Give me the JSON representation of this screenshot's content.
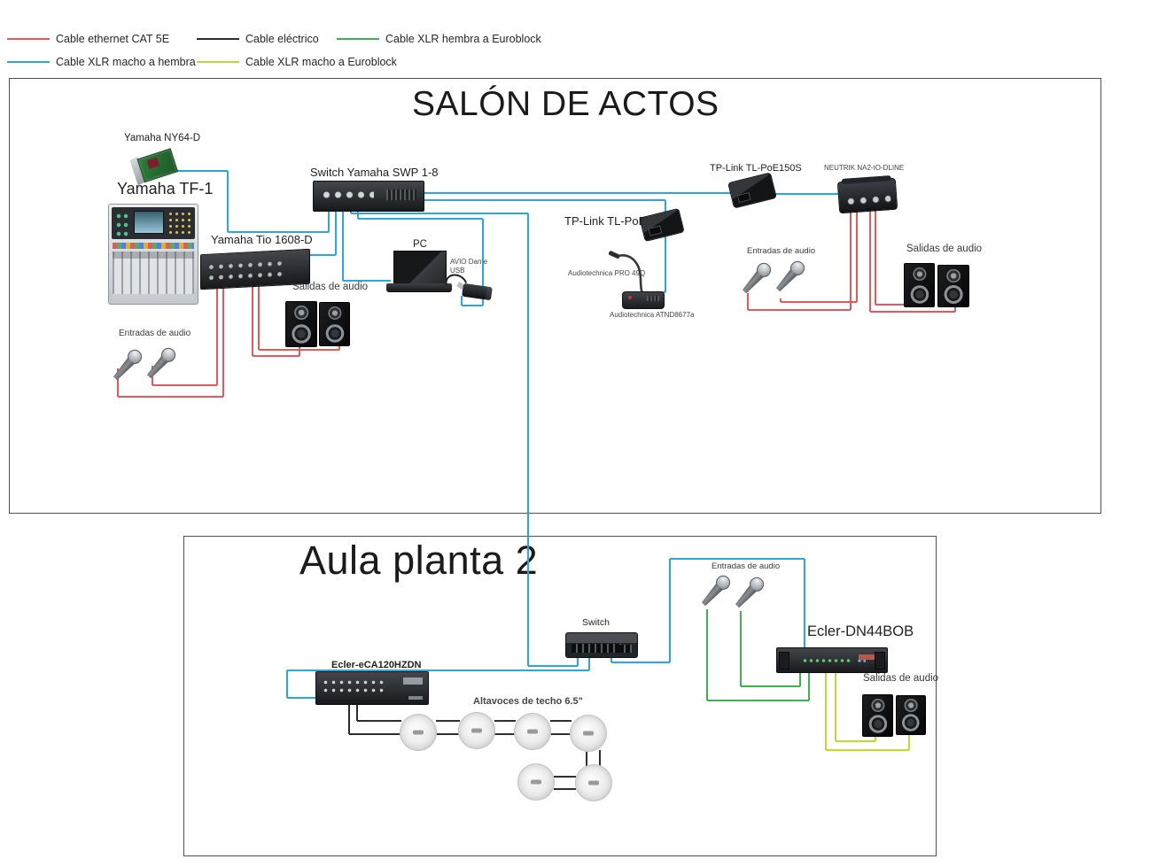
{
  "colors": {
    "red": "#e8585b",
    "black": "#2e2e2e",
    "green": "#3fb14e",
    "blue": "#2ba7d9",
    "yellow": "#c3d832",
    "border": "#4f4f4f"
  },
  "legend": {
    "items": [
      {
        "label": "Cable ethernet CAT 5E",
        "color": "red"
      },
      {
        "label": "Cable eléctrico",
        "color": "black"
      },
      {
        "label": "Cable XLR hembra a Euroblock",
        "color": "green"
      },
      {
        "label": "Cable XLR macho a hembra",
        "color": "blue"
      },
      {
        "label": "Cable XLR macho a Euroblock",
        "color": "yellow"
      }
    ]
  },
  "salon": {
    "title": "SALÓN DE ACTOS",
    "devices": {
      "ny64": "Yamaha NY64-D",
      "tf1": "Yamaha TF-1",
      "swp": "Switch Yamaha SWP 1-8",
      "tio": "Yamaha Tio 1608-D",
      "pc": "PC",
      "avio_line1": "AVIO Dante",
      "avio_line2": "USB",
      "tplink_mid": "TP-Link TL-PoE150S",
      "at_mic": "Audiotechnica PRO 49Q",
      "at_base": "Audiotechnica ATND8677a",
      "tplink_right": "TP-Link TL-PoE150S",
      "neutrik": "NEUTRIK NA2-IO-DLINE",
      "entradas_left": "Entradas de audio",
      "salidas_left": "Salidas de audio",
      "entradas_right": "Entradas de audio",
      "salidas_right": "Salidas de audio"
    }
  },
  "aula": {
    "title": "Aula planta 2",
    "devices": {
      "switch": "Switch",
      "ecler_amp": "Ecler-eCA120HZDN",
      "ecler_dn": "Ecler-DN44BOB",
      "ceiling": "Altavoces de techo 6.5\"",
      "entradas": "Entradas de audio",
      "salidas": "Salidas de audio"
    }
  }
}
